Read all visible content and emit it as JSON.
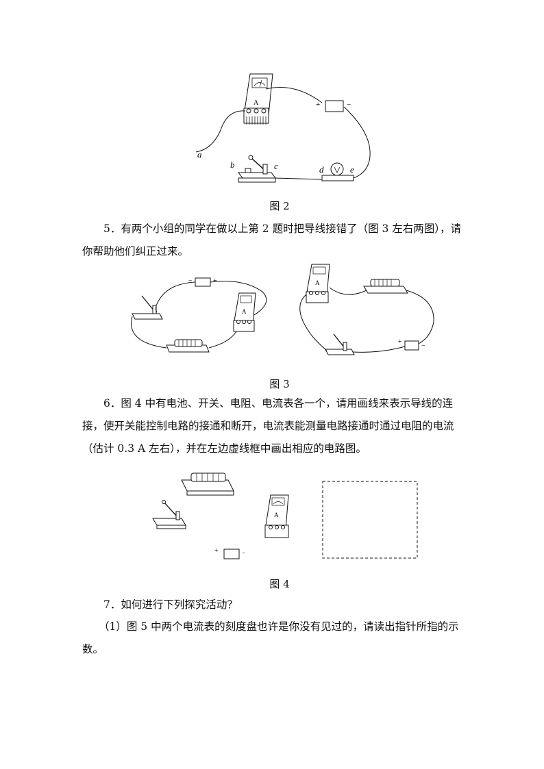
{
  "figures": {
    "fig2": {
      "caption": "图 2",
      "labels": {
        "a": "a",
        "b": "b",
        "c": "c",
        "d": "d",
        "e": "e",
        "ammeter": "A",
        "plus": "+",
        "minus": "−"
      }
    },
    "fig3": {
      "caption": "图 3",
      "labels": {
        "ammeter": "A",
        "plus": "+",
        "minus": "−"
      }
    },
    "fig4": {
      "caption": "图 4",
      "labels": {
        "ammeter": "A",
        "plus": "+",
        "minus": "−"
      }
    }
  },
  "questions": {
    "q5": "5．有两个小组的同学在做以上第 2 题时把导线接错了（图 3 左右两图），请你帮助他们纠正过来。",
    "q6": "6．图 4 中有电池、开关、电阻、电流表各一个，请用画线来表示导线的连接，使开关能控制电路的接通和断开，电流表能测量电路接通时通过电阻的电流（估计 0.3 A 左右），并在左边虚线框中画出相应的电路图。",
    "q7_title": "7．如何进行下列探究活动？",
    "q7_1": "（1）图 5 中两个电流表的刻度盘也许是你没有见过的，请读出指针所指的示数。"
  }
}
